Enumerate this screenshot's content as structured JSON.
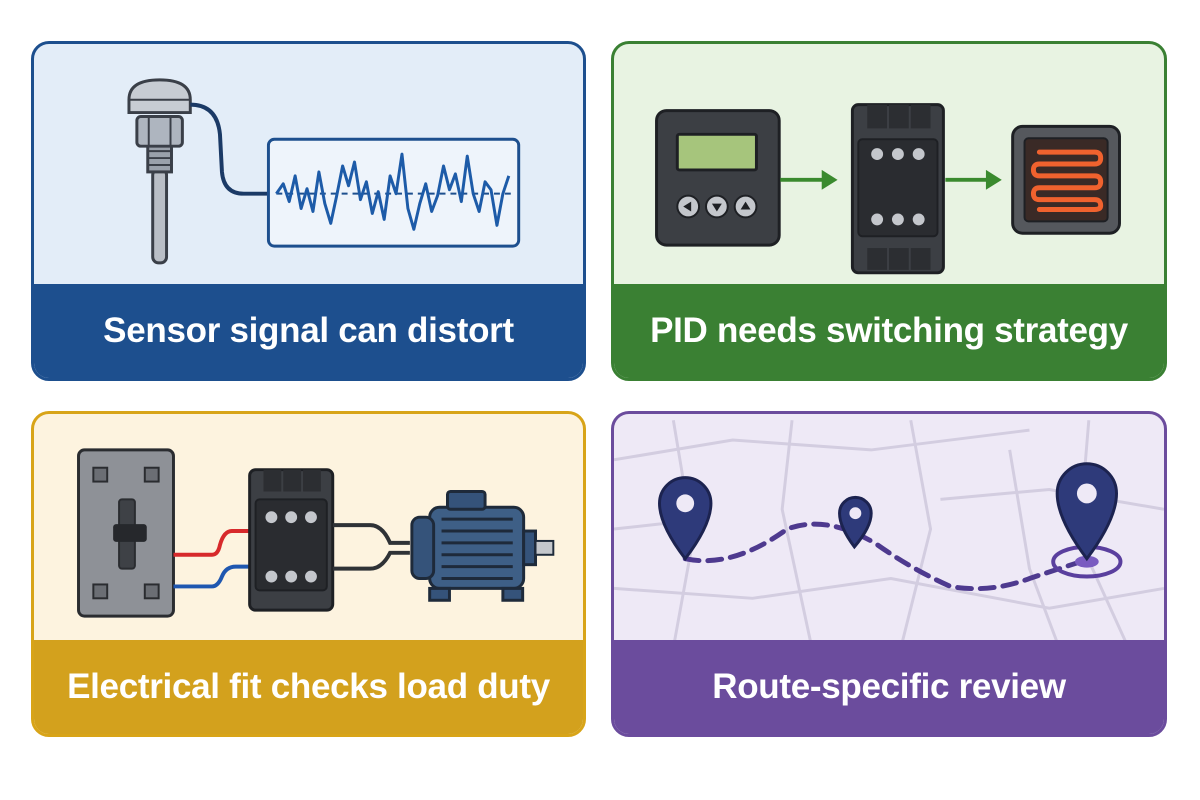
{
  "panels": [
    {
      "caption": "Sensor signal can distort",
      "accent": "#1d4f8e",
      "background": "#e3edf8",
      "icons": [
        "temperature-probe-icon",
        "waveform-icon"
      ]
    },
    {
      "caption": "PID needs switching strategy",
      "accent": "#3a8033",
      "background": "#e8f3e2",
      "icons": [
        "pid-controller-icon",
        "contactor-icon",
        "heater-element-icon"
      ]
    },
    {
      "caption": "Electrical fit checks load duty",
      "accent": "#d3a11d",
      "background": "#fdf3df",
      "icons": [
        "disconnect-switch-icon",
        "contactor-icon",
        "electric-motor-icon"
      ]
    },
    {
      "caption": "Route-specific review",
      "accent": "#6b4c9d",
      "background": "#eee9f6",
      "icons": [
        "map-pin-icon",
        "route-line-icon",
        "destination-pin-icon"
      ]
    }
  ]
}
